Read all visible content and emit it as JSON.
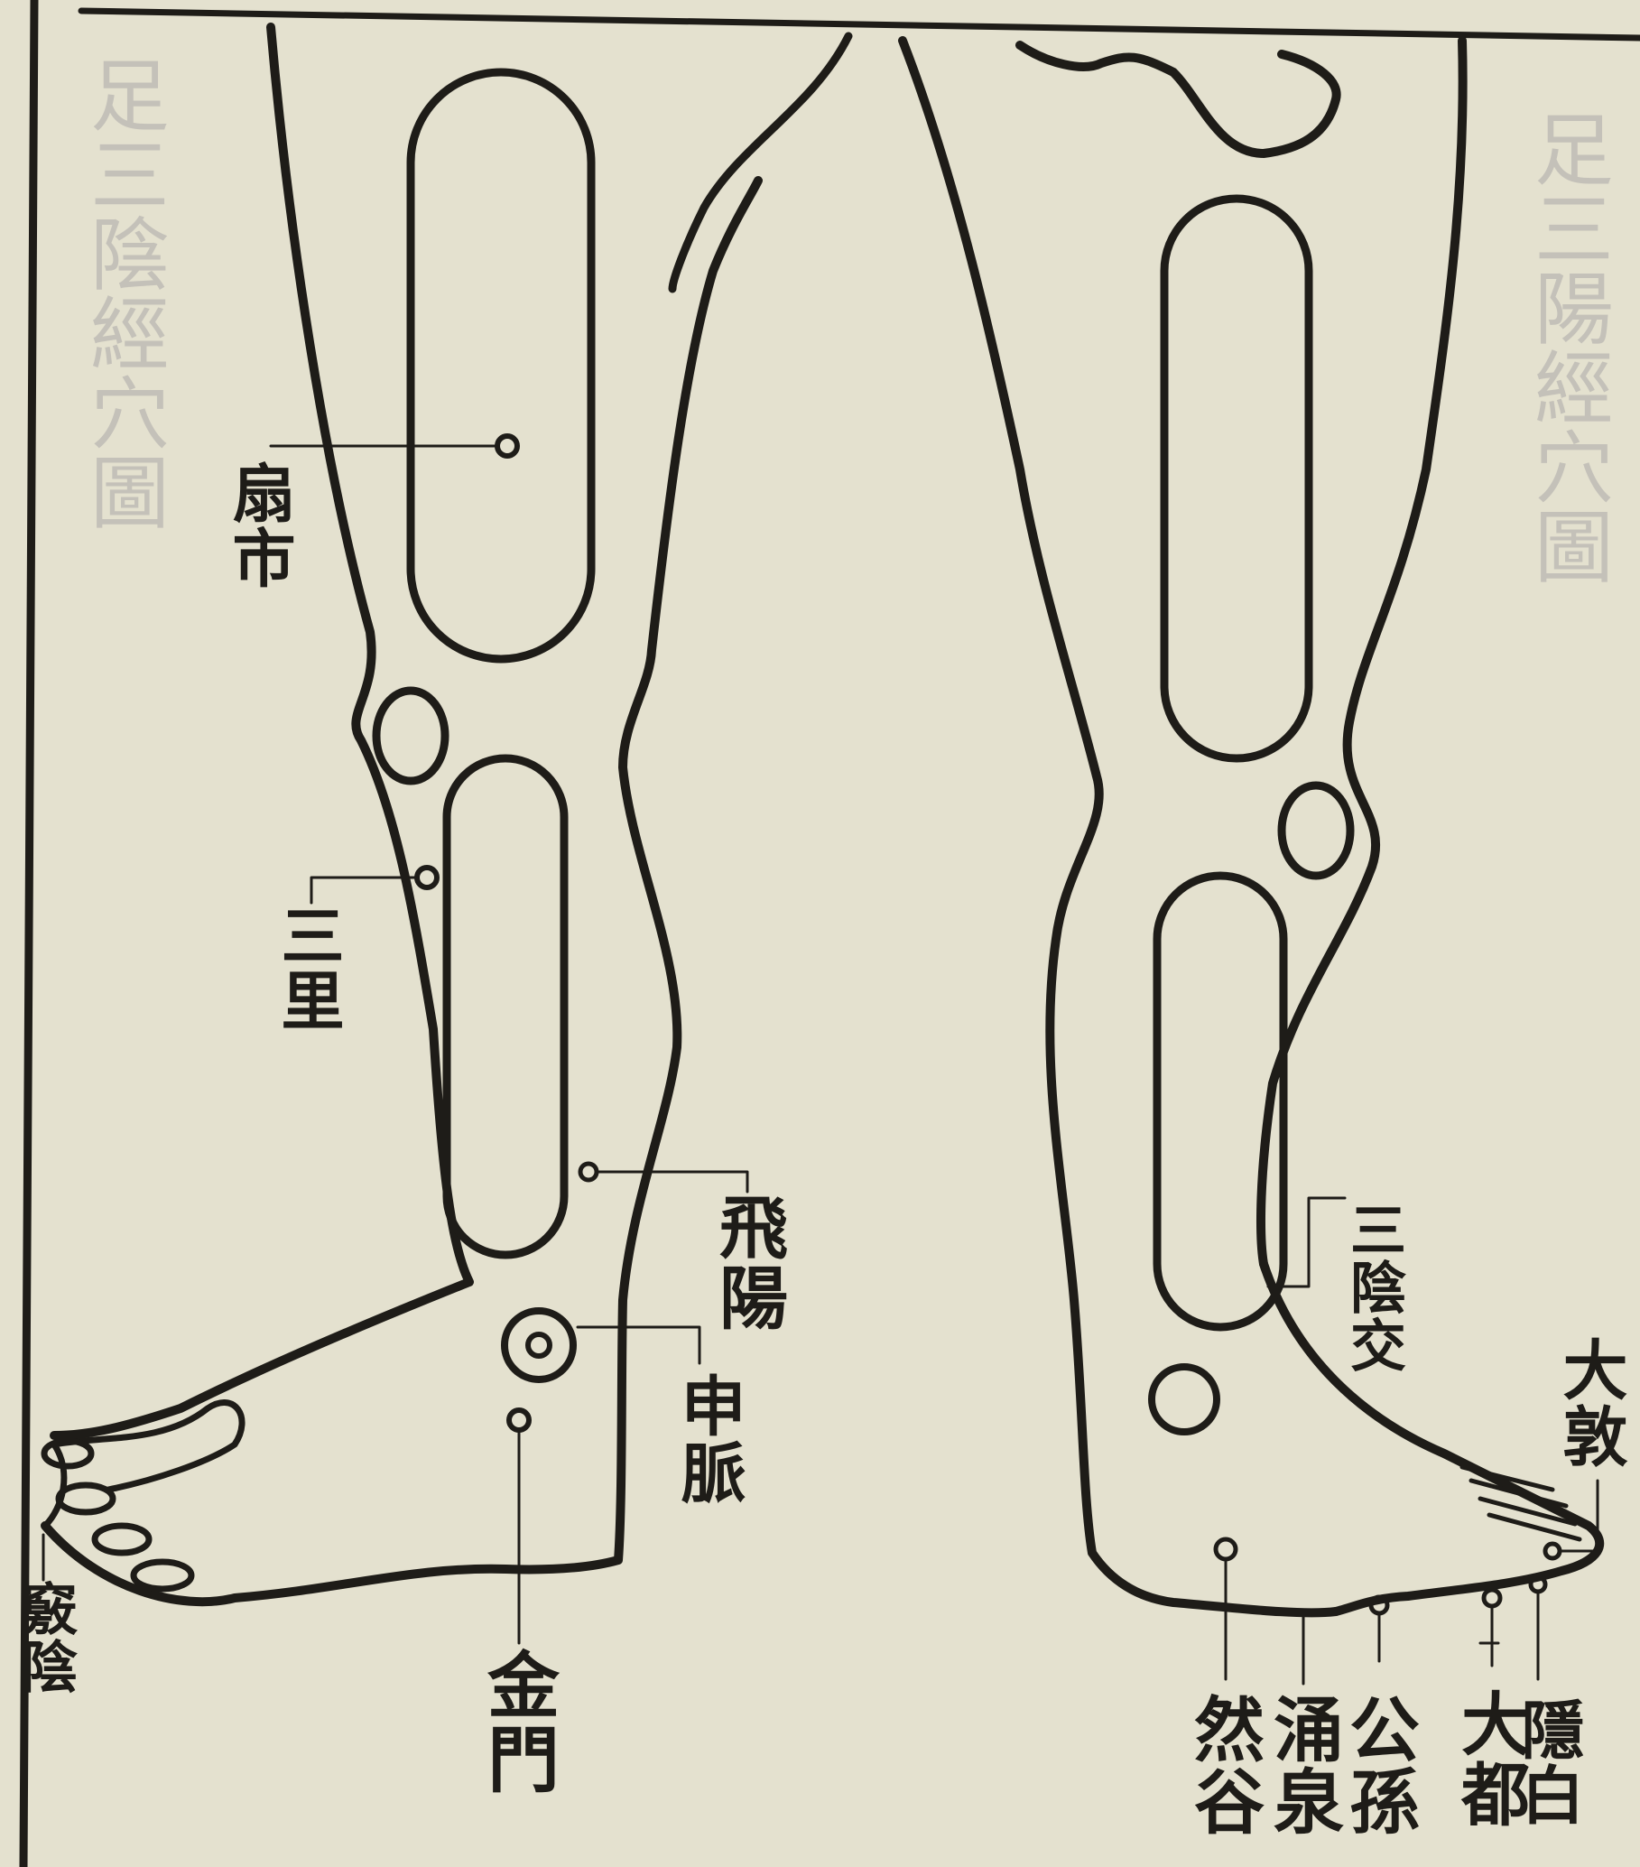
{
  "bleed_through_text": [
    "足三陰經穴圖",
    "足三陽經穴圖"
  ],
  "left_leg_points": {
    "fushi": "扇市",
    "sanli": "三里",
    "feiyang": "飛陽",
    "shenmai": "申脈",
    "jinmen": "金門",
    "qiaoyin": "竅陰"
  },
  "right_leg_points": {
    "sanyinjiao": "三陰交",
    "dadun": "大敦",
    "rangu": "然谷",
    "yongquan": "涌泉",
    "gongsun": "公孫",
    "dadu": "大都",
    "yinbai": "隱白"
  },
  "colors": {
    "paper": "#e4e1cf",
    "ink": "#1e1c18",
    "bleed": "#9f9ca0"
  }
}
